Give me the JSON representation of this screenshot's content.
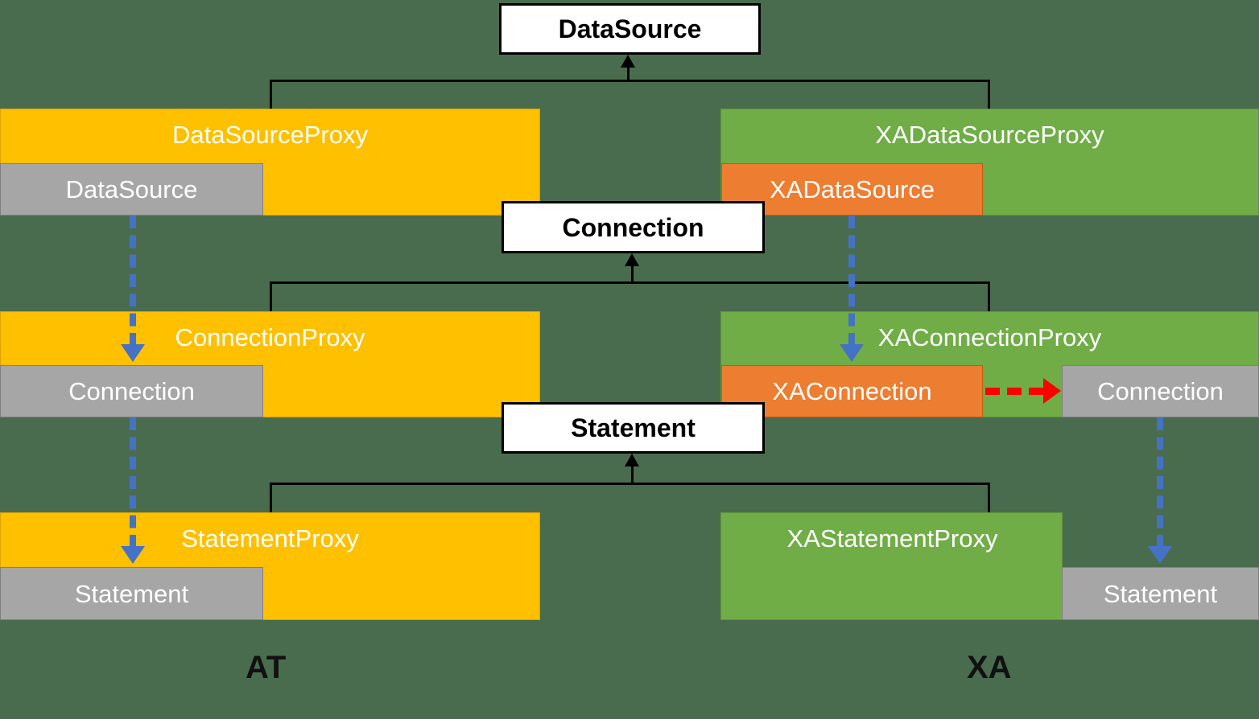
{
  "diagram": {
    "title_interfaces": [
      "DataSource",
      "Connection",
      "Statement"
    ],
    "background_color": "#4a6c4e",
    "colors": {
      "at_proxy": "#ffc000",
      "xa_proxy": "#70ad47",
      "member_gray": "#a6a6a6",
      "member_orange": "#ed7d31",
      "interface_box": "#ffffff",
      "delegation_arrow": "#4472c4",
      "xa_to_connection_arrow": "#ff0000",
      "inheritance_line": "#000000"
    },
    "interfaces": [
      {
        "name": "ds",
        "label": "DataSource"
      },
      {
        "name": "conn",
        "label": "Connection"
      },
      {
        "name": "stmt",
        "label": "Statement"
      }
    ],
    "at_column": {
      "caption": "AT",
      "rows": [
        {
          "proxy_label": "DataSourceProxy",
          "member_label": "DataSource"
        },
        {
          "proxy_label": "ConnectionProxy",
          "member_label": "Connection"
        },
        {
          "proxy_label": "StatementProxy",
          "member_label": "Statement"
        }
      ]
    },
    "xa_column": {
      "caption": "XA",
      "rows": [
        {
          "proxy_label": "XADataSourceProxy",
          "member_label": "XADataSource",
          "extra_member_label": ""
        },
        {
          "proxy_label": "XAConnectionProxy",
          "member_label": "XAConnection",
          "extra_member_label": "Connection"
        },
        {
          "proxy_label": "XAStatementProxy",
          "member_label": "",
          "extra_member_label": "Statement"
        }
      ]
    }
  }
}
